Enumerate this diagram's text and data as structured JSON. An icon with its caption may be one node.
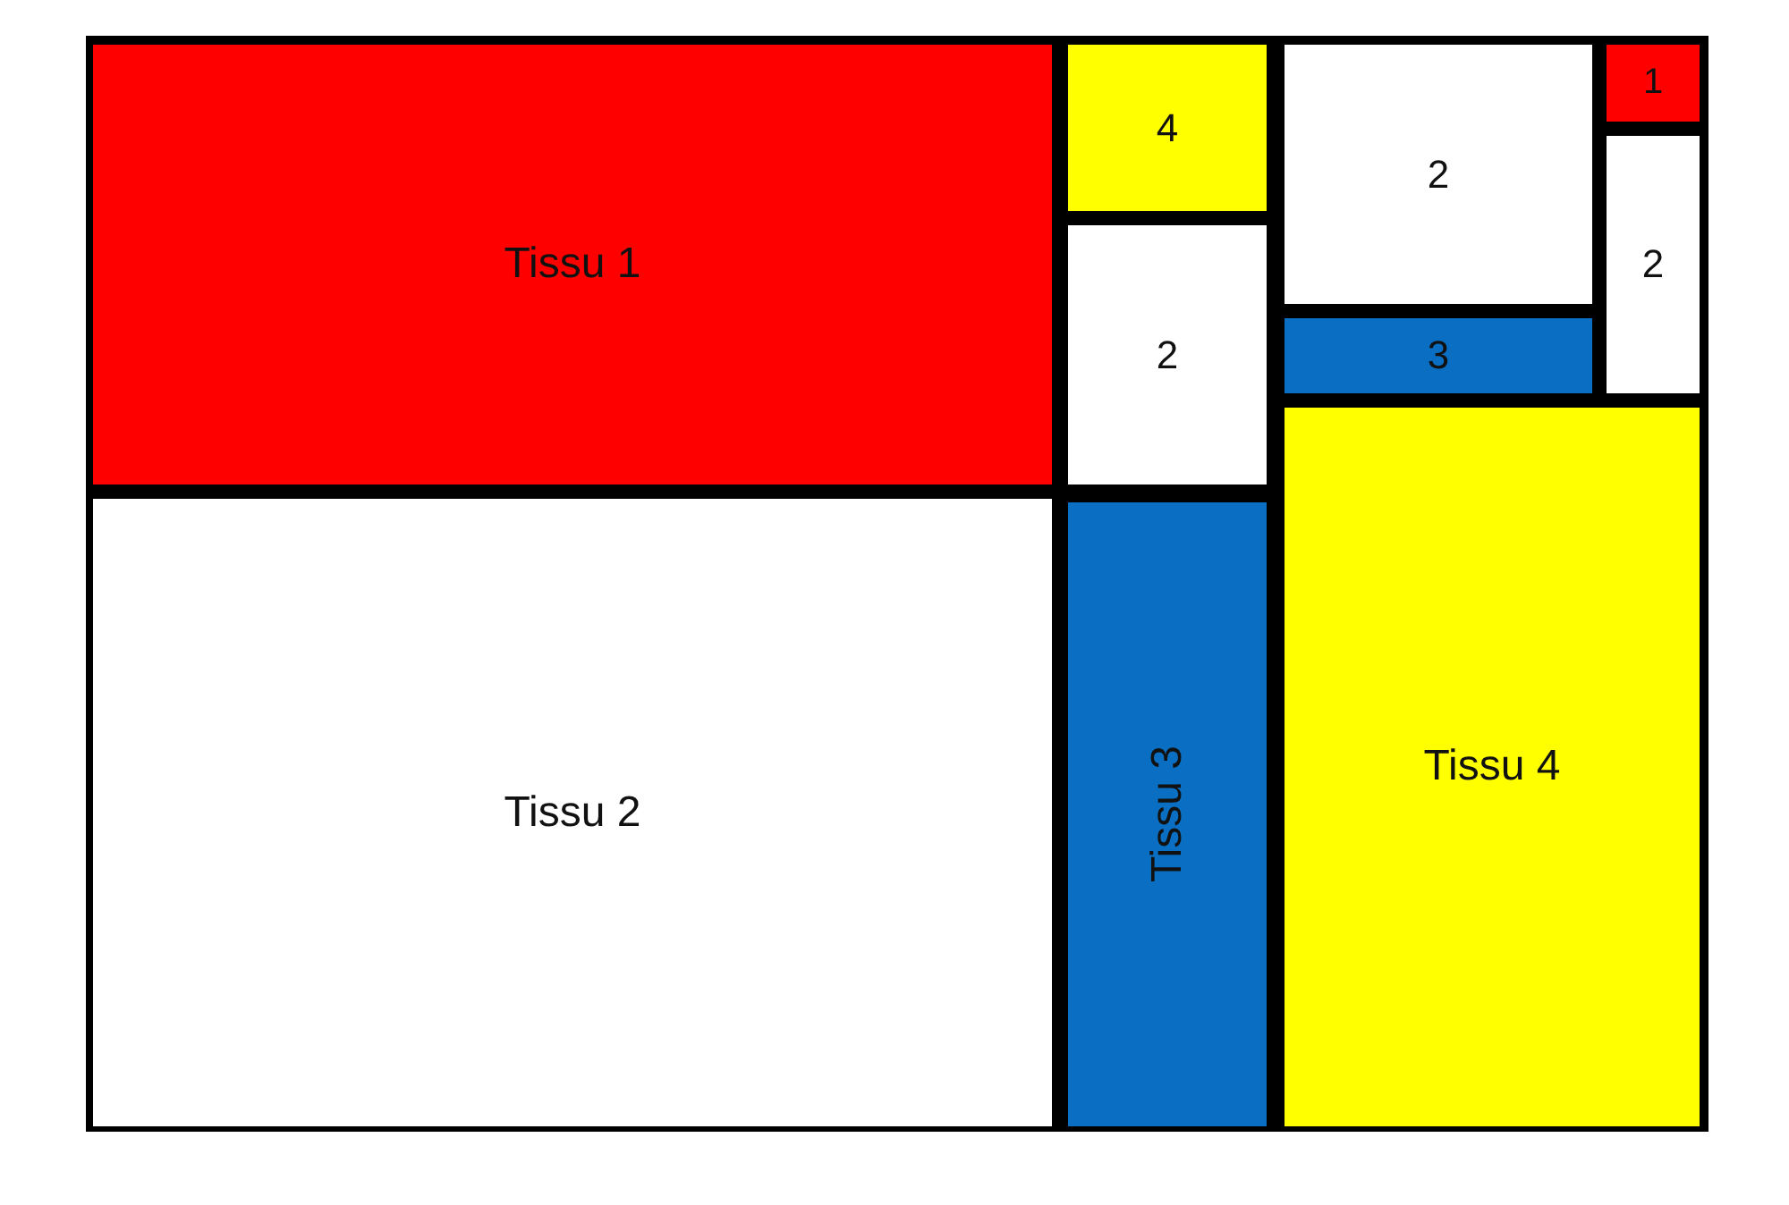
{
  "diagram": {
    "nodes": [
      {
        "text": [
          "Tissu 1"
        ]
      },
      {
        "text": [
          "4"
        ]
      },
      {
        "text": [
          "2"
        ]
      },
      {
        "text": [
          "1"
        ]
      },
      {
        "text": [
          "2"
        ]
      },
      {
        "text": [
          "2"
        ]
      },
      {
        "text": [
          "3"
        ]
      },
      {
        "text": [
          "Tissu 2"
        ]
      },
      {
        "text": [
          "Tissu 3"
        ]
      },
      {
        "text": [
          "Tissu 4"
        ]
      }
    ]
  }
}
